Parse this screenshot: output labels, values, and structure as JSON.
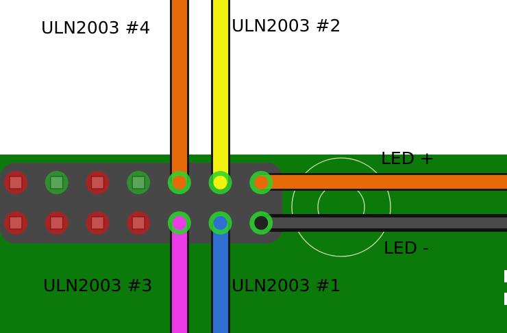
{
  "labels": {
    "uln4": "ULN2003 #4",
    "uln2": "ULN2003 #2",
    "uln3": "ULN2003 #3",
    "uln1": "ULN2003 #1",
    "led_plus": "LED +",
    "led_minus": "LED -"
  },
  "colors": {
    "board": "#0b7a0b",
    "header": "#474747",
    "pad_red": "#a82424",
    "pad_green": "#2f8f2f",
    "pin_ring": "#2bd42b",
    "wire_orange": "#e66a0a",
    "wire_yellow": "#f2f20f",
    "wire_magenta": "#ec3ae8",
    "wire_blue": "#2f6fd0",
    "wire_black": "#111111",
    "led_outline": "#d8e0b0"
  },
  "header": {
    "rows": 2,
    "columns": 7,
    "top_row": [
      "red",
      "green",
      "red",
      "green",
      "wired",
      "wired",
      "wired"
    ],
    "bottom_row": [
      "red",
      "red",
      "red",
      "red",
      "wired",
      "wired",
      "wired"
    ]
  }
}
